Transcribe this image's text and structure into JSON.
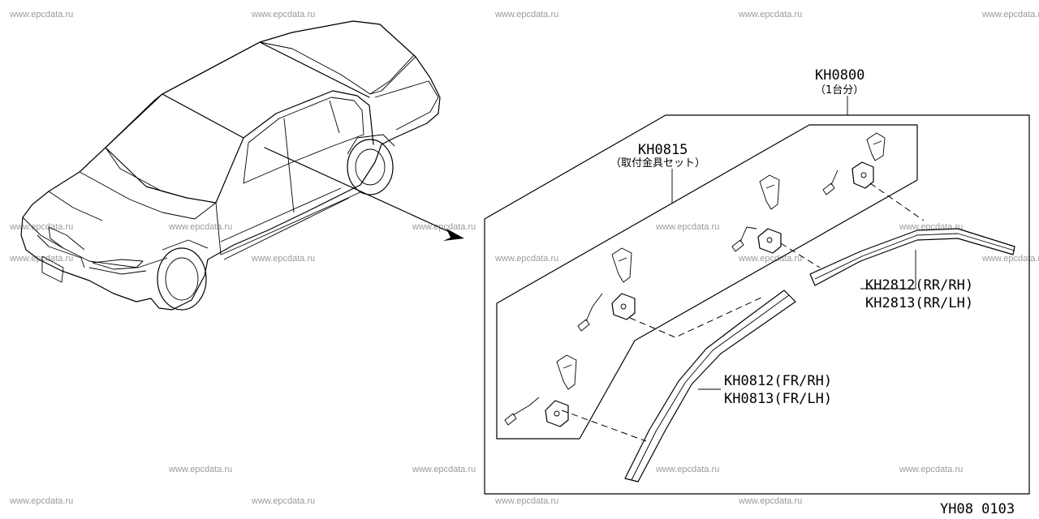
{
  "watermark": "www.epcdata.ru",
  "labels": {
    "kit_code": "KH0800",
    "kit_note": "（1台分）",
    "hardware_code": "KH0815",
    "hardware_note": "（取付金具セット）",
    "rear_rh": "KH2812(RR/RH)",
    "rear_lh": "KH2813(RR/LH)",
    "front_rh": "KH0812(FR/RH)",
    "front_lh": "KH0813(FR/LH)"
  },
  "diagram_code": "YH08 0103",
  "icons": [
    "car-outline",
    "arrow",
    "bracket",
    "clip",
    "screw"
  ]
}
